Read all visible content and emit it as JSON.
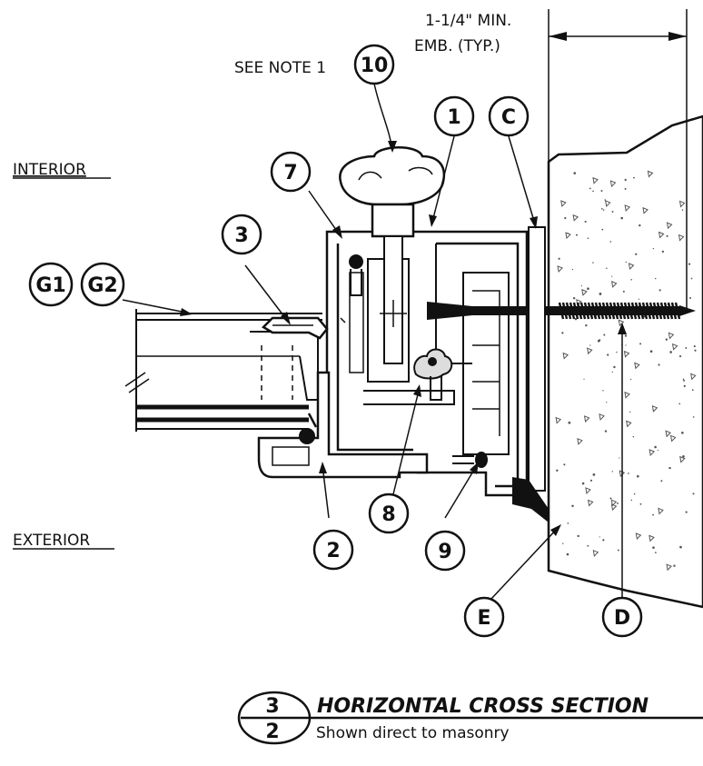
{
  "texts": {
    "dimension_line1": "1-1/4\" MIN.",
    "dimension_line2": "EMB. (TYP.)",
    "see_note": "SEE NOTE 1",
    "interior": "INTERIOR",
    "exterior": "EXTERIOR"
  },
  "callouts": {
    "c10": "10",
    "c1": "1",
    "cC": "C",
    "c7": "7",
    "c3": "3",
    "cG1": "G1",
    "cG2": "G2",
    "c8": "8",
    "c2": "2",
    "c9": "9",
    "cE": "E",
    "cD": "D"
  },
  "title_block": {
    "detail_number": "3",
    "sheet_number": "2",
    "title": "HORIZONTAL CROSS SECTION",
    "subtitle": "Shown direct to masonry"
  },
  "colors": {
    "ink": "#111111",
    "paper": "#ffffff",
    "masonry_speckle": "#555555"
  }
}
